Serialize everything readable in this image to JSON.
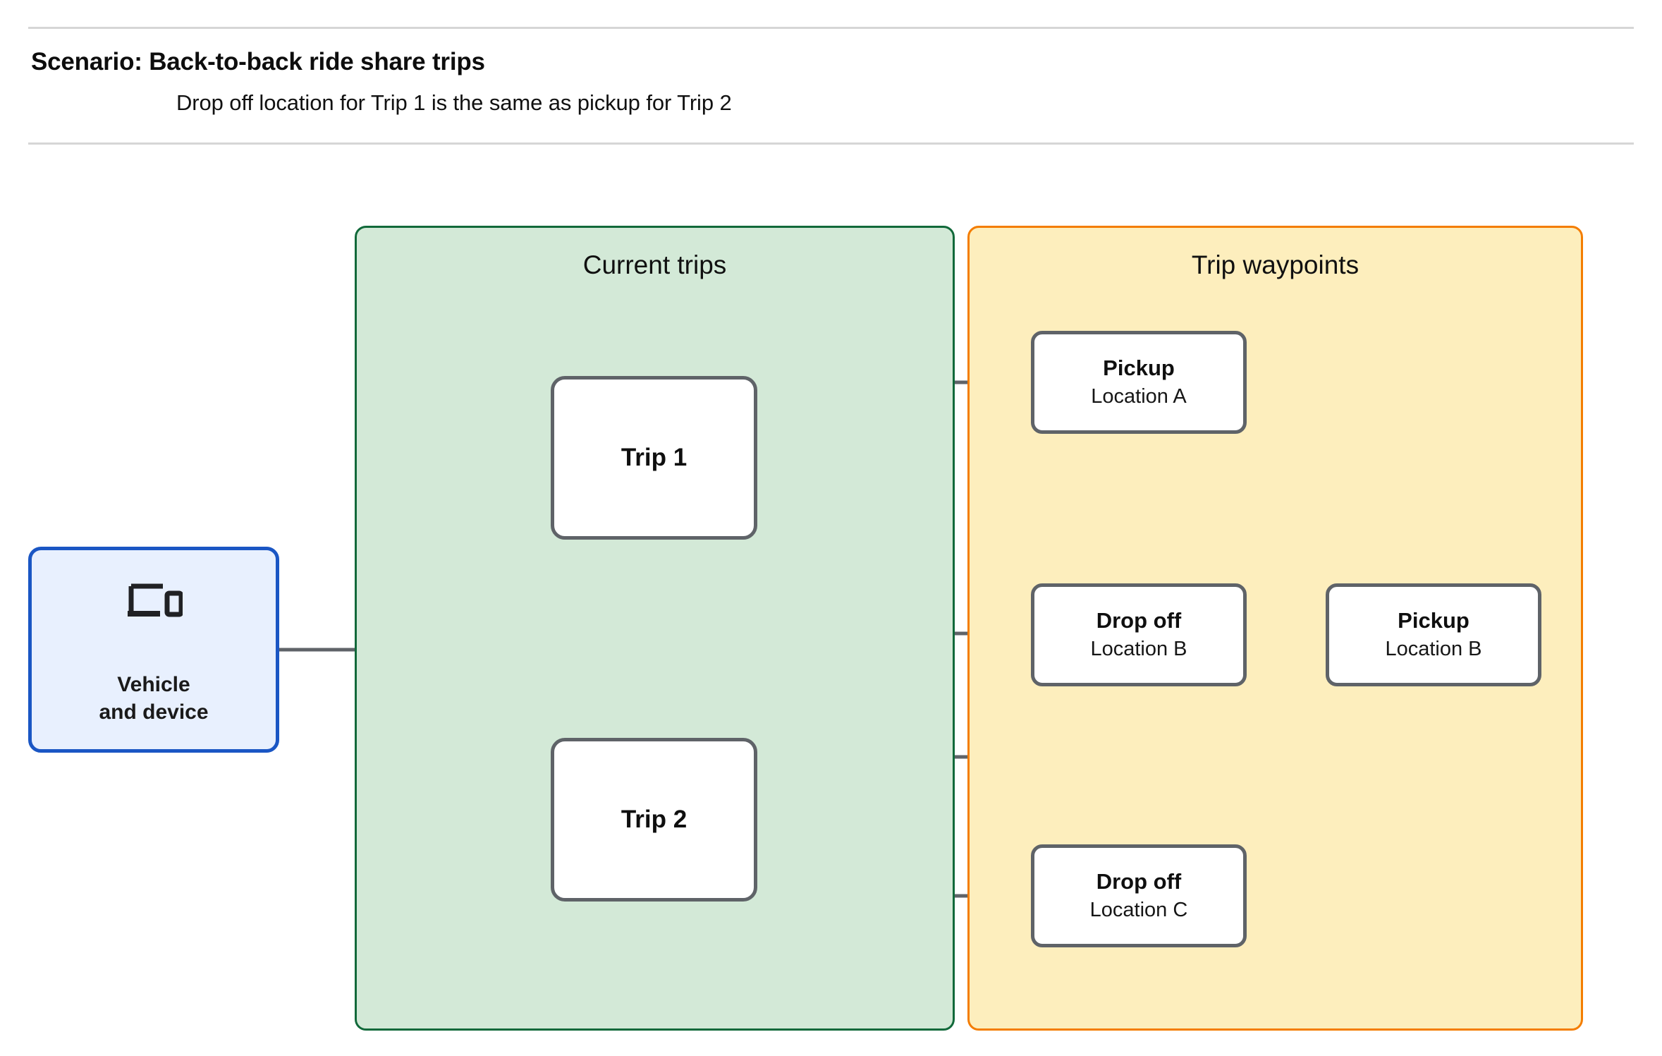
{
  "header": {
    "title": "Scenario: Back-to-back ride share trips",
    "subtitle": "Drop off  location for Trip 1 is the same as pickup for Trip 2"
  },
  "groups": {
    "current_trips": {
      "title": "Current trips",
      "border_color": "#11693a",
      "fill_color": "#d3e9d7"
    },
    "trip_waypoints": {
      "title": "Trip waypoints",
      "border_color": "#f47d00",
      "fill_color": "#fdeebd"
    }
  },
  "vehicle": {
    "icon": "laptop-and-phone-icon",
    "label_line_1": "Vehicle",
    "label_line_2": "and device",
    "border_color": "#1a56c4",
    "fill_color": "#e8f0fe"
  },
  "trips": [
    {
      "label": "Trip 1"
    },
    {
      "label": "Trip 2"
    }
  ],
  "waypoints": [
    {
      "type": "Pickup",
      "location": "Location A"
    },
    {
      "type": "Drop off",
      "location": "Location B"
    },
    {
      "type": "Pickup",
      "location": "Location B"
    },
    {
      "type": "Drop off",
      "location": "Location C"
    }
  ],
  "connector_color": "#5f6368"
}
